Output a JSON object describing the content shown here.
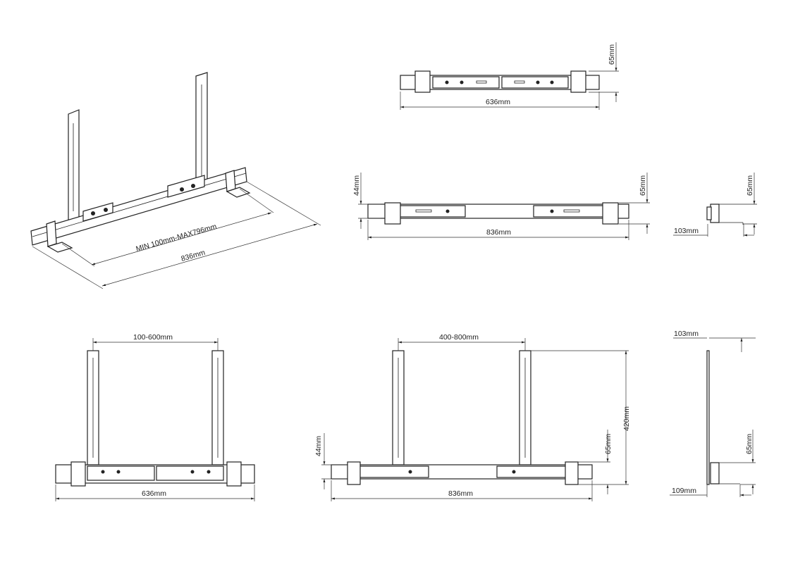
{
  "iso_view": {
    "range_label": "MIN 100mm-MAX796mm",
    "length_label": "836mm"
  },
  "top_view": {
    "length_label": "636mm",
    "height_label": "65mm"
  },
  "front_view_extended": {
    "length_label": "836mm",
    "bar_height_label": "44mm",
    "height_label": "65mm"
  },
  "side_view_small": {
    "depth_label": "103mm",
    "height_label": "65mm"
  },
  "front_view_636": {
    "spacing_label": "100-600mm",
    "length_label": "636mm"
  },
  "front_view_836": {
    "spacing_label": "400-800mm",
    "total_height_label": "420mm",
    "bar_height_label": "44mm",
    "height_label": "65mm",
    "length_label": "836mm"
  },
  "side_view_tall": {
    "top_depth_label": "103mm",
    "height_label": "65mm",
    "bottom_depth_label": "109mm"
  }
}
